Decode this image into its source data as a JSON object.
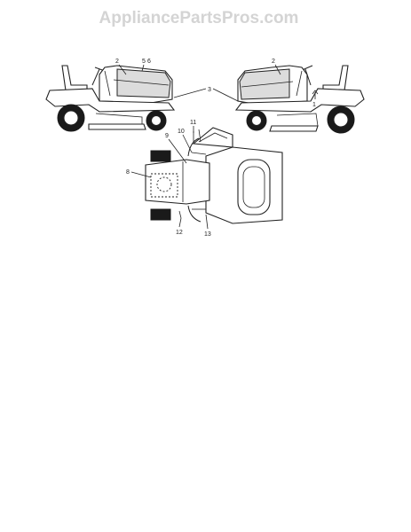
{
  "watermark": "AppliancePartsPros.com",
  "callouts": {
    "left_2": "2",
    "left_5": "5",
    "left_6": "6",
    "center_3": "3",
    "right_2": "2",
    "right_1": "1",
    "top_8": "8",
    "top_9": "9",
    "top_10": "10",
    "top_11": "11",
    "top_12": "12",
    "top_13": "13"
  }
}
